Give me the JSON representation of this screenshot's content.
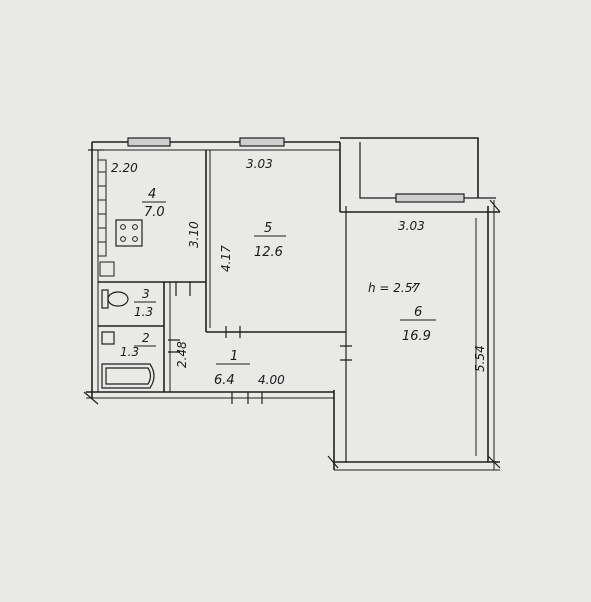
{
  "plan": {
    "ceiling_height": "h = 2.57",
    "rooms": [
      {
        "number": "1",
        "area": "6.4"
      },
      {
        "number": "2",
        "area": "1.3"
      },
      {
        "number": "3",
        "area": "1.3"
      },
      {
        "number": "4",
        "area": "7.0"
      },
      {
        "number": "5",
        "area": "12.6"
      },
      {
        "number": "6",
        "area": "16.9"
      }
    ],
    "dimensions": {
      "kitchen_top": "2.20",
      "room5_top": "3.03",
      "room6_top": "3.03",
      "kitchen_side": "3.10",
      "room5_side": "4.17",
      "room6_side": "5.54",
      "corridor_side": "2.48",
      "corridor_bottom": "4.00"
    }
  }
}
